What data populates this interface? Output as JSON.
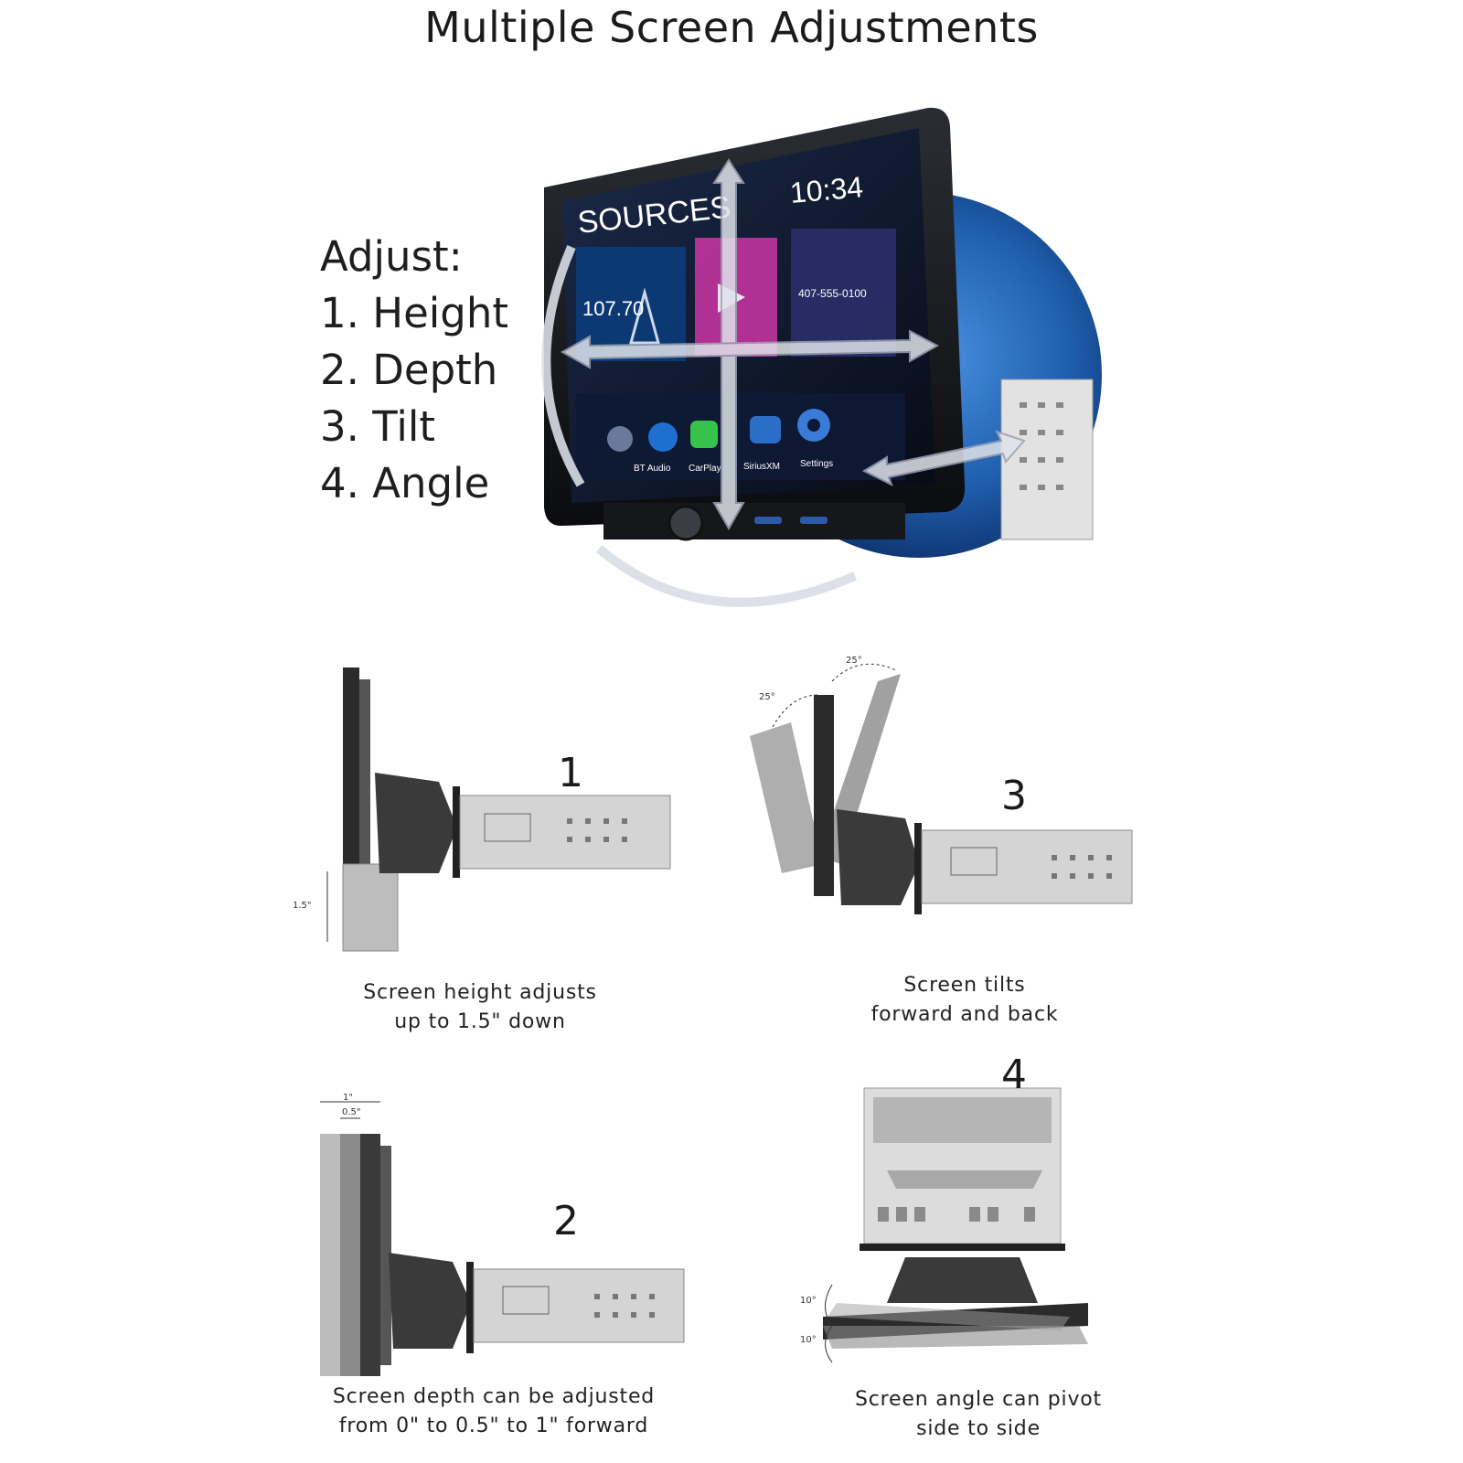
{
  "title": "Multiple Screen Adjustments",
  "adjust": {
    "heading": "Adjust:",
    "items": [
      "1. Height",
      "2. Depth",
      "3. Tilt",
      "4. Angle"
    ]
  },
  "device_screen": {
    "sources_label": "SOURCES",
    "clock": "10:34",
    "radio_freq": "107.70",
    "phone_number": "407-555-0100",
    "icon_labels": [
      "BT Audio",
      "CarPlay",
      "SiriusXM",
      "Settings"
    ]
  },
  "panels": [
    {
      "number": "1",
      "caption_line1": "Screen height adjusts",
      "caption_line2": "up to 1.5\" down",
      "dimension": "1.5\""
    },
    {
      "number": "3",
      "caption_line1": "Screen tilts",
      "caption_line2": "forward and back",
      "dim_a": "25°",
      "dim_b": "25°"
    },
    {
      "number": "2",
      "caption_line1": "Screen depth can be adjusted",
      "caption_line2": "from 0\" to 0.5\" to 1\" forward",
      "dim_a": "1\"",
      "dim_b": "0.5\""
    },
    {
      "number": "4",
      "caption_line1": "Screen angle can pivot",
      "caption_line2": "side to side",
      "dim_a": "10°",
      "dim_b": "10°"
    }
  ],
  "colors": {
    "accent_blue": "#1f5fae",
    "screen_dark": "#111318",
    "chassis_gray": "#cfcfcf"
  }
}
